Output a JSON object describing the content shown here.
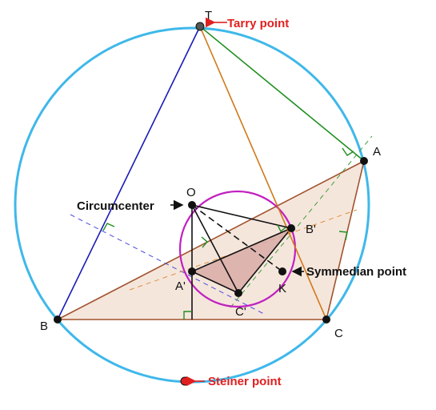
{
  "diagram": {
    "colors": {
      "circumcircle": "#3fb8ea",
      "brocard_circle": "#c020c0",
      "triangle_fill": "#f5e6dc",
      "triangle_edge": "#a0522d",
      "inner_triangle_fill": "#d8aaa6",
      "tarry_line_blue": "#1a1ab8",
      "tarry_line_green": "#1f8f1f",
      "tarry_line_orange": "#d07a1a",
      "dashed_blue": "#4a4ae0",
      "dashed_orange": "#e09040",
      "dashed_green": "#40a040",
      "point": "#111111",
      "red_point": "#e02020",
      "red_text": "#e02020"
    },
    "points": {
      "T": "T",
      "A": "A",
      "B": "B",
      "C": "C",
      "O": "O",
      "K": "K",
      "A_prime": "A'",
      "B_prime": "B'",
      "C_prime": "C'"
    },
    "annotations": {
      "tarry": "Tarry point",
      "circumcenter": "Circumcenter",
      "symmedian": "Symmedian point",
      "steiner": "Steiner point"
    }
  }
}
